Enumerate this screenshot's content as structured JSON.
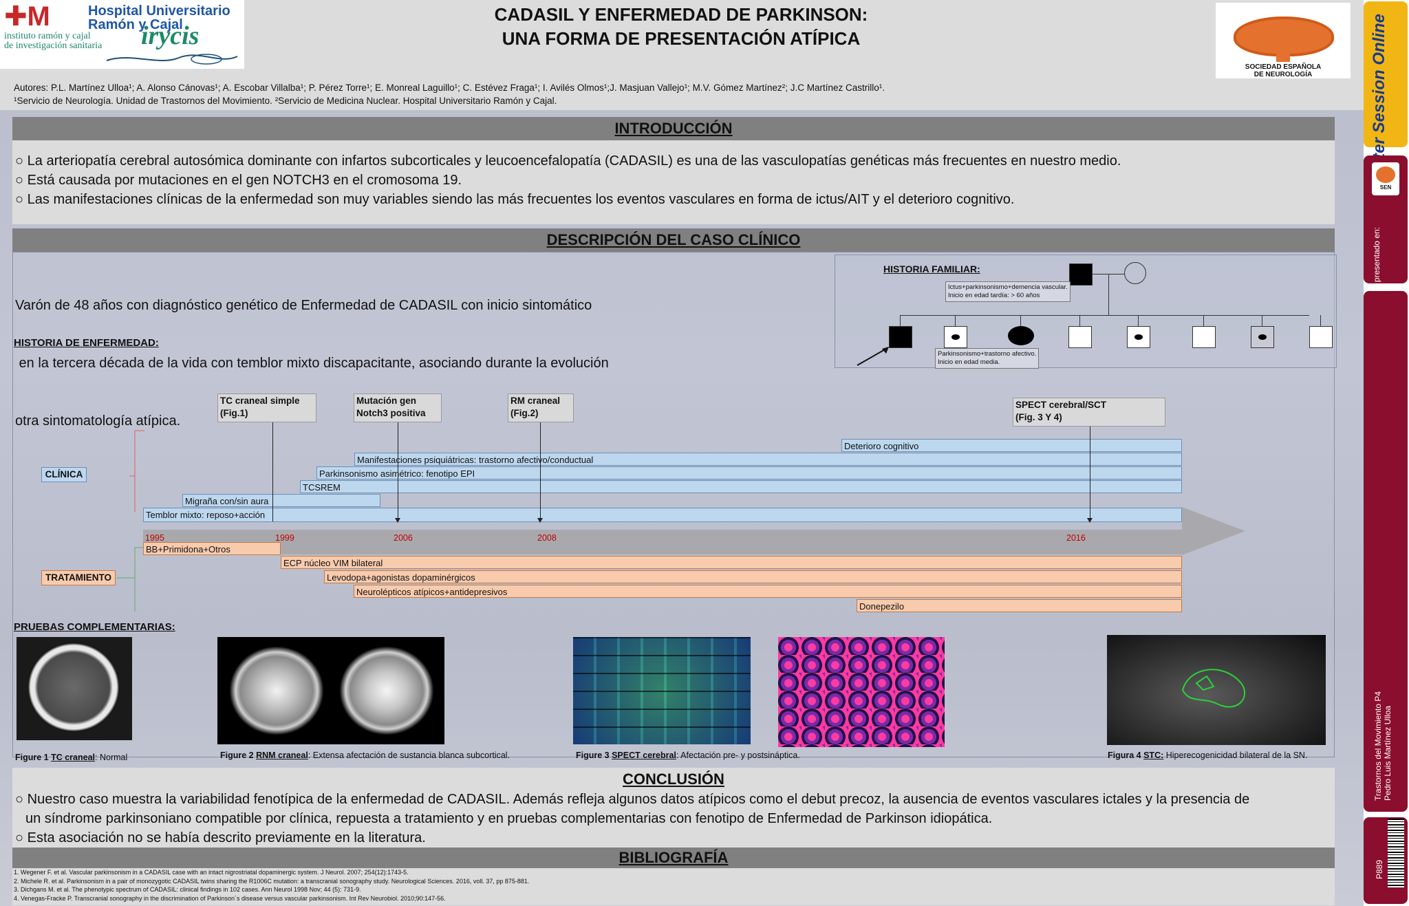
{
  "header": {
    "title_line1": "CADASIL Y ENFERMEDAD DE PARKINSON:",
    "title_line2": "UNA FORMA DE PRESENTACIÓN ATÍPICA",
    "authors_line": "Autores: P.L. Martínez Ulloa¹; A. Alonso Cánovas¹; A. Escobar Villalba¹; P. Pérez Torre¹; E. Monreal Laguillo¹; C. Estévez Fraga¹; I. Avilés Olmos¹;J. Masjuan Vallejo¹; M.V. Gómez Martínez²; J.C Martínez Castrillo¹.",
    "affiliation_line": "¹Servicio de Neurología. Unidad de Trastornos del Movimiento. ²Servicio de Medicina Nuclear. Hospital Universitario Ramón y Cajal.",
    "logo_left": {
      "name_line1": "Hospital Universitario",
      "name_line2": "Ramón y Cajal",
      "inst_line1": "instituto ramón y cajal",
      "inst_line2": "de investigación sanitaria",
      "irycis": "irycis"
    },
    "logo_right": {
      "line1": "SOCIEDAD ESPAÑOLA",
      "line2": "DE NEUROLOGÍA"
    }
  },
  "sidebar": {
    "poster_session": "Poster Session Online",
    "sen_short": "SEN",
    "presented": "Poster presentado en:",
    "topic": "Trastornos del Movimiento P4",
    "author": "Pedro Luis Martínez Ulloa",
    "code": "P889"
  },
  "intro": {
    "heading": "INTRODUCCIÓN",
    "bullets": [
      "○ La arteriopatía cerebral autosómica dominante con infartos subcorticales y leucoencefalopatía (CADASIL) es una de las vasculopatías genéticas más frecuentes en nuestro medio.",
      "○ Está causada por mutaciones en el gen NOTCH3 en el cromosoma 19.",
      "○ Las manifestaciones clínicas de la enfermedad son muy variables siendo las más frecuentes los eventos vasculares en forma de ictus/AIT y el deterioro cognitivo."
    ]
  },
  "case": {
    "heading": "DESCRIPCIÓN DEL CASO CLÍNICO",
    "text_lines": [
      "Varón de 48 años con diagnóstico genético de Enfermedad de CADASIL con inicio sintomático",
      " en la tercera década de la vida con temblor mixto discapacitante, asociando durante la evolución",
      "otra sintomatología atípica."
    ],
    "history_heading": "HISTORIA DE ENFERMEDAD:",
    "family": {
      "heading": "HISTORIA FAMILIAR:",
      "note_parent_1": "Ictus+parkinsonismo+demencia vascular.",
      "note_parent_2": "Inicio en edad tardía: > 60 años",
      "note_child_1": "Parkinsonismo+trastorno afectivo.",
      "note_child_2": "Inicio en edad media."
    }
  },
  "timeline": {
    "clinica_label": "CLÍNICA",
    "tratamiento_label": "TRATAMIENTO",
    "callouts": [
      {
        "line1": "TC craneal simple",
        "line2": "(Fig.1)"
      },
      {
        "line1": "Mutación gen",
        "line2": "Notch3 positiva"
      },
      {
        "line1": "RM craneal",
        "line2": "(Fig.2)"
      },
      {
        "line1": "SPECT cerebral/SCT",
        "line2": "(Fig. 3 Y 4)"
      }
    ],
    "clinical_bars": [
      "Deterioro cognitivo",
      "Manifestaciones psiquiátricas: trastorno afectivo/conductual",
      "Parkinsonismo asimétrico: fenotipo EPI",
      "TCSREM",
      "Migraña con/sin aura",
      "Temblor mixto: reposo+acción"
    ],
    "years": [
      "1995",
      "1999",
      "2006",
      "2008",
      "2016"
    ],
    "treatment_bars": [
      "BB+Primidona+Otros",
      "ECP núcleo VIM bilateral",
      "Levodopa+agonistas dopaminérgicos",
      "Neurolépticos atípicos+antidepresivos",
      "Donepezilo"
    ],
    "colors": {
      "clinical": "#bdd7ee",
      "treatment": "#f8cbad",
      "year": "#c00000"
    }
  },
  "tests": {
    "heading": "PRUEBAS COMPLEMENTARIAS:",
    "fig1": {
      "prefix": "Figure 1 ",
      "key": "TC craneal",
      "rest": ": Normal"
    },
    "fig2": {
      "prefix": "Figure 2 ",
      "key": "RNM craneal",
      "rest": ": Extensa afectación de sustancia blanca subcortical."
    },
    "fig3": {
      "prefix": "Figure 3 ",
      "key": "SPECT cerebral",
      "rest": ": Afectación pre- y postsináptica."
    },
    "fig4": {
      "prefix": "Figura 4 ",
      "key": "STC:",
      "rest": " Hiperecogenicidad bilateral de la SN."
    }
  },
  "conclusion": {
    "heading": "CONCLUSIÓN",
    "bullet1_line1": "○ Nuestro caso muestra la variabilidad fenotípica de la enfermedad de CADASIL. Además refleja algunos datos atípicos como el debut precoz, la ausencia de eventos vasculares ictales y la presencia de",
    "bullet1_line2": "un síndrome parkinsoniano compatible por clínica, repuesta a tratamiento y en pruebas complementarias con fenotipo de Enfermedad de Parkinson idiopática.",
    "bullet2": "○ Esta asociación no se había descrito previamente en la literatura."
  },
  "bibliography": {
    "heading": "BIBLIOGRAFÍA",
    "refs": [
      "1. Wegener F. et al. Vascular parkinsonism in a CADASIL case  with an intact nigrostriatal dopaminergic system. J Neurol. 2007; 254(12):1743-5.",
      "2. Michele R. et al. Parkinsonism in a pair of monozygotic CADASIL twins sharing the R1006C mutation: a transcranial sonography study. Neurological Sciences. 2016, voll. 37, pp 875-881.",
      "3. Dichgans M. et al. The phenotypic spectrum of CADASIL: clinical findings in 102 cases. Ann Neurol 1998 Nov; 44 (5): 731-9.",
      "4. Venegas-Fracke P. Transcranial sonography in the discrimination of Parkinson´s disease versus vascular parkinsonism. Int Rev Neurobiol. 2010;90:147-56."
    ]
  }
}
